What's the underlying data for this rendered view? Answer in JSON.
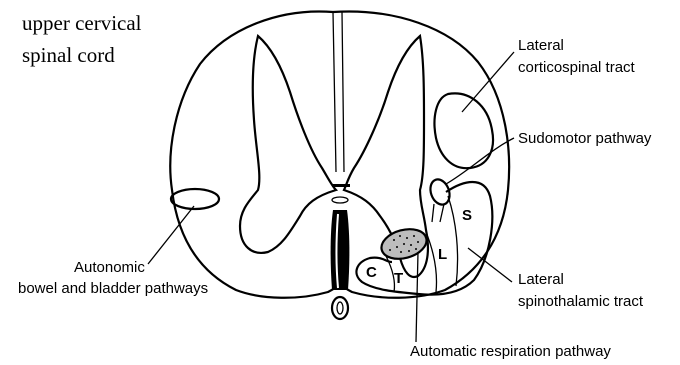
{
  "title": {
    "line1": "upper cervical",
    "line2": "spinal cord"
  },
  "labels": {
    "lateral_corticospinal": {
      "line1": "Lateral",
      "line2": "corticospinal tract"
    },
    "sudomotor": "Sudomotor pathway",
    "autonomic": {
      "line1": "Autonomic",
      "line2": "bowel and bladder pathways"
    },
    "lateral_spinothalamic": {
      "line1": "Lateral",
      "line2": "spinothalamic tract"
    },
    "automatic_respiration": "Automatic respiration pathway"
  },
  "segments": {
    "cervical": "C",
    "thoracic": "T",
    "lumbar": "L",
    "sacral": "S"
  }
}
